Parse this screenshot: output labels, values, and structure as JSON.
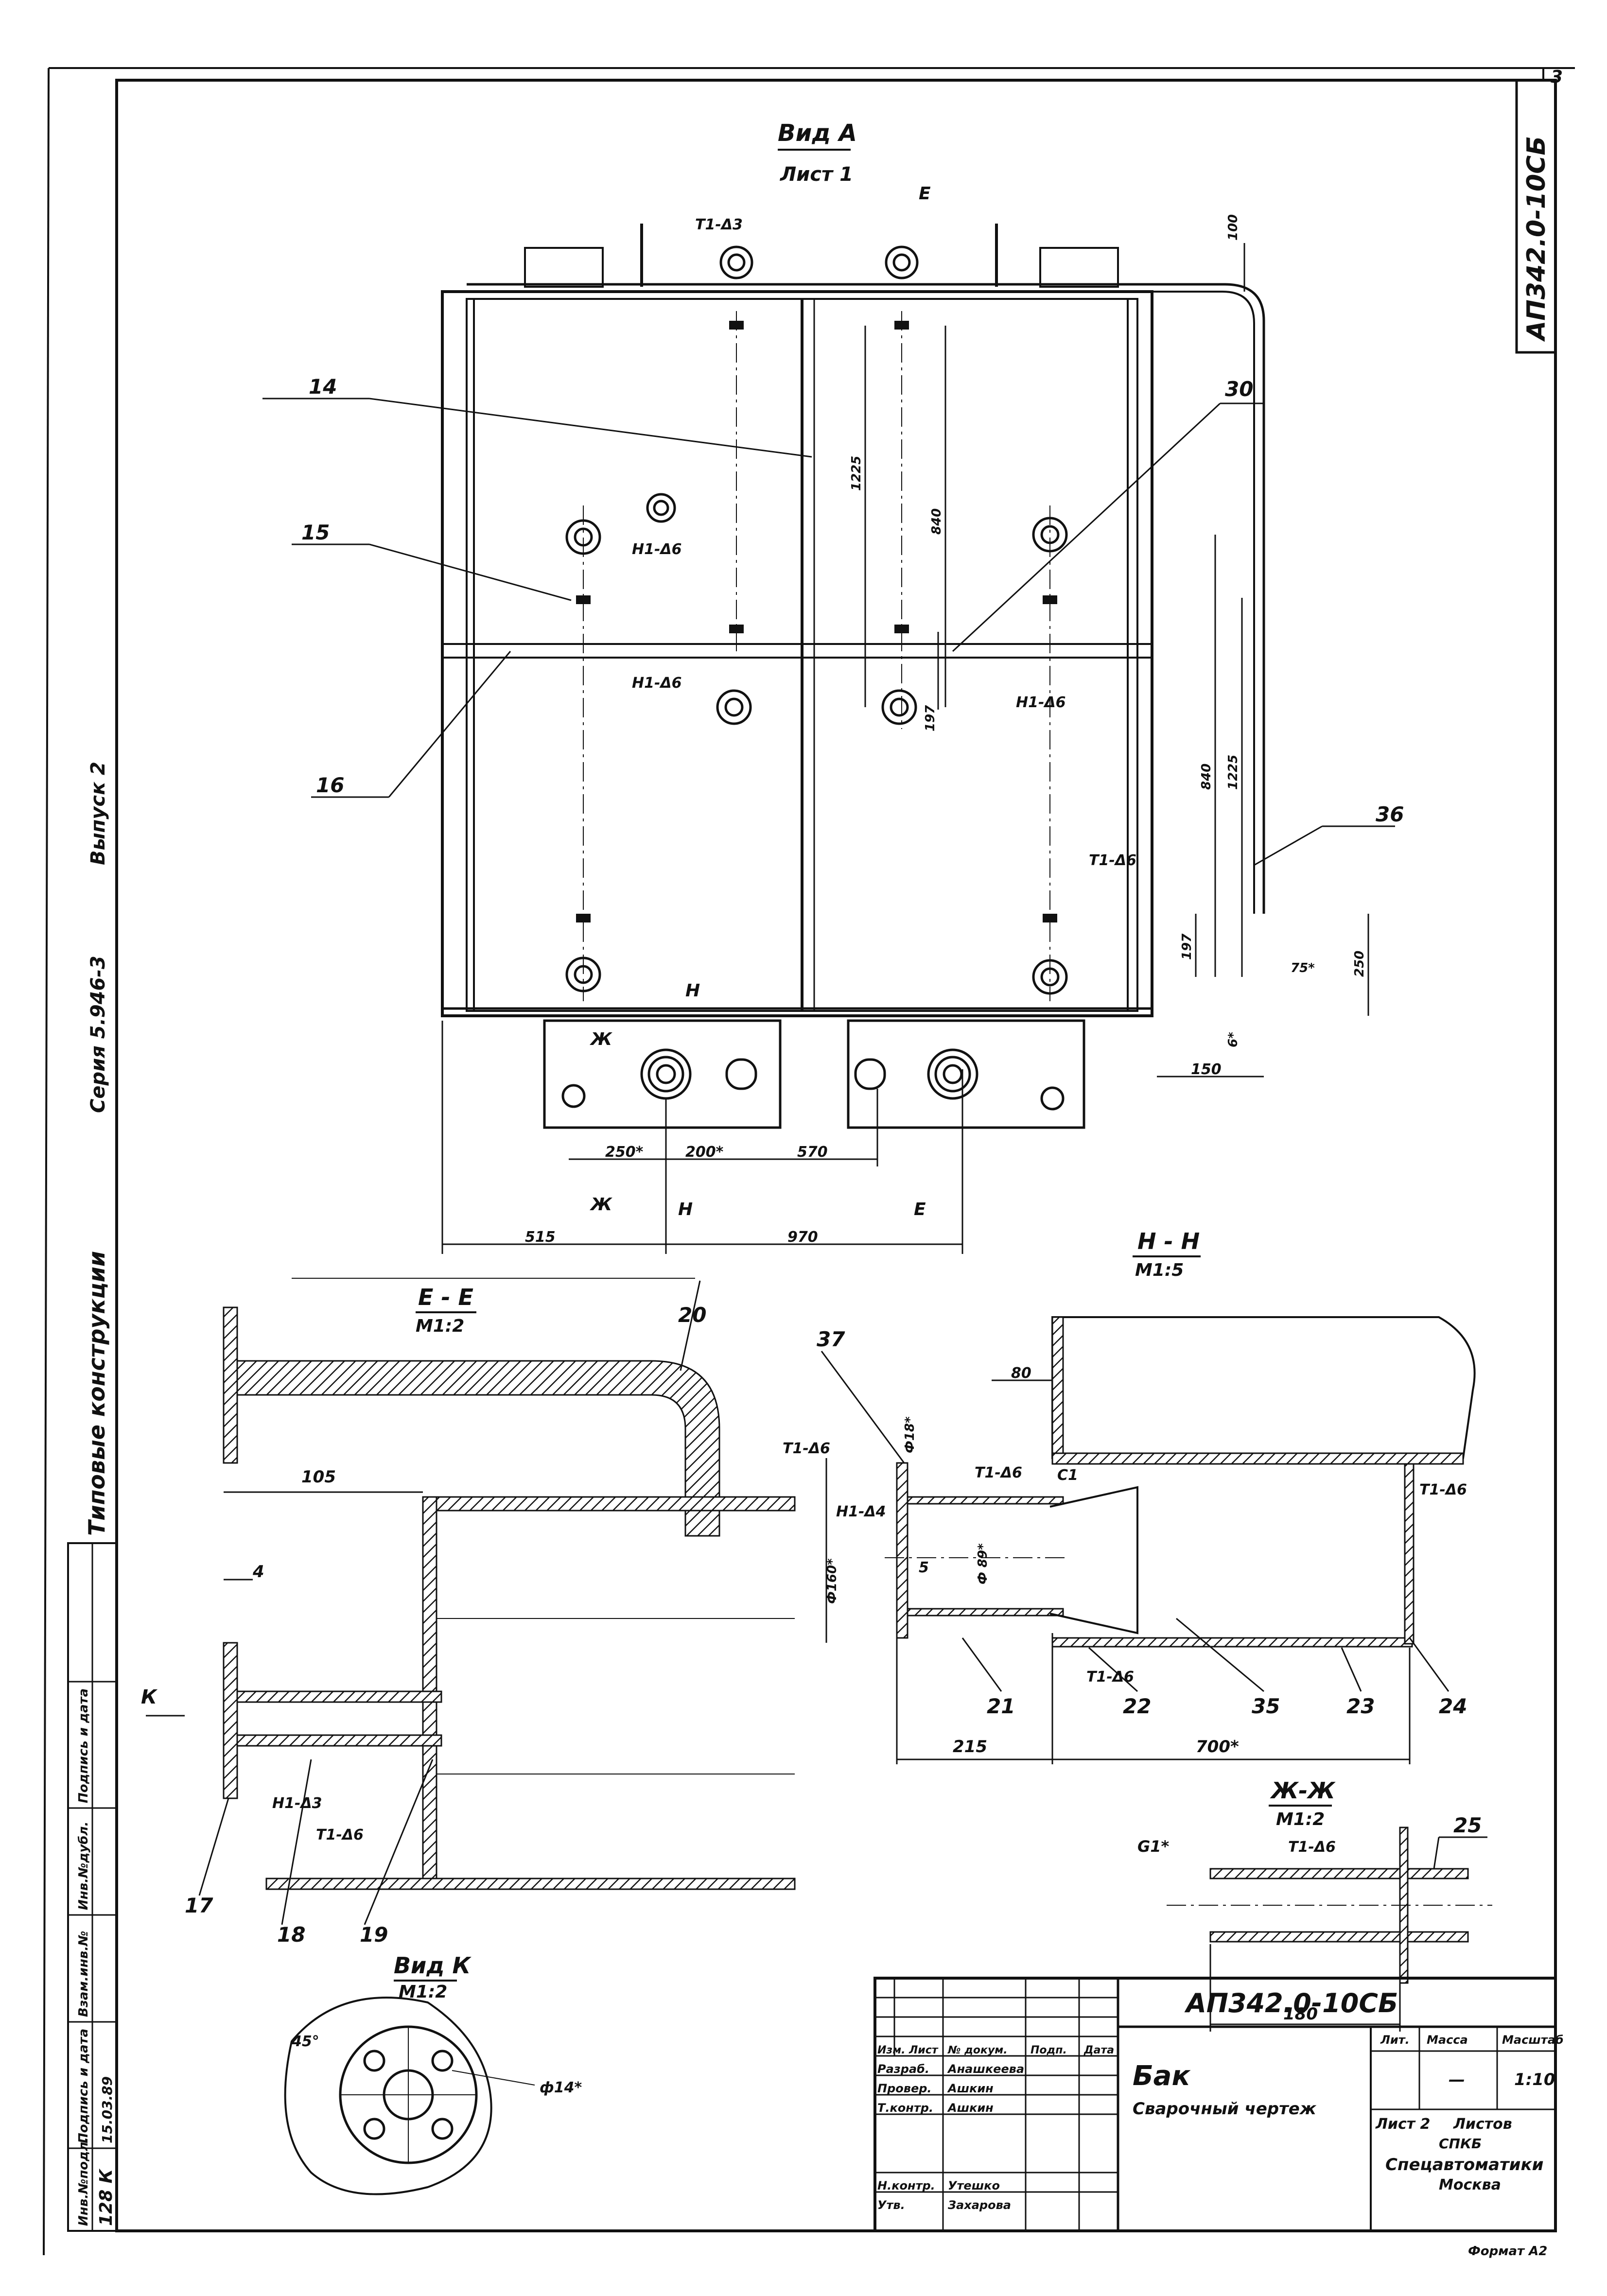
{
  "sheet_number": "3",
  "doc_code_vertical": "АП342.0-10СБ",
  "left_margin": {
    "series": "Серия 5.946-3",
    "issue": "Выпуск 2",
    "typical": "Типовые конструкции",
    "inv_label": "Инв.№подл.",
    "sign_date_label": "Подпись и дата",
    "repl_label": "Взам.инв.№",
    "inv_dubl_label": "Инв.№дубл.",
    "sign_date2_label": "Подпись и дата",
    "inv_value": "128 К",
    "date_value": "15.03.89"
  },
  "view_a": {
    "title": "Вид А",
    "subtitle": "Лист 1",
    "positions": [
      "14",
      "15",
      "16",
      "30",
      "36"
    ],
    "welds": [
      "Т1-Δ3",
      "Н1-Δ6",
      "Н1-Δ6",
      "Н1-Δ6",
      "Т1-Δ6"
    ],
    "dims": [
      "100",
      "1225",
      "840",
      "197",
      "840",
      "1225",
      "197",
      "250",
      "75*",
      "6*",
      "150",
      "250*",
      "200*",
      "570",
      "515",
      "970"
    ],
    "section_marks": [
      "Е",
      "Е",
      "Н",
      "Н",
      "Ж",
      "Ж"
    ]
  },
  "section_ee": {
    "title": "Е - Е",
    "scale": "М1:2",
    "dims": [
      "105",
      "4"
    ],
    "positions": [
      "20",
      "17",
      "18",
      "19"
    ],
    "welds": [
      "Т1-Δ6",
      "Н1-Δ3",
      "Т1-Δ6"
    ]
  },
  "view_k_arrow": "К",
  "section_nn": {
    "title": "Н - Н",
    "scale": "М1:5",
    "dims": [
      "80",
      "Ф18*",
      "Ф160*",
      "5",
      "Ф 89*",
      "215",
      "700*",
      "С1"
    ],
    "positions": [
      "37",
      "21",
      "22",
      "35",
      "23",
      "24"
    ],
    "welds": [
      "Т1-Δ6",
      "Н1-Δ4",
      "Т1-Δ6",
      "Т1-Δ6"
    ]
  },
  "section_zhzh": {
    "title": "Ж-Ж",
    "scale": "М1:2",
    "dims": [
      "G1*",
      "180"
    ],
    "positions": [
      "25"
    ],
    "welds": [
      "Т1-Δ6"
    ]
  },
  "view_k": {
    "title": "Вид К",
    "scale": "М1:2",
    "dims": [
      "45°",
      "ф14*"
    ]
  },
  "title_block": {
    "code": "АП342.0-10СБ",
    "name": "Бак",
    "doc_type": "Сварочный чертеж",
    "col_headers": [
      "Изм.",
      "Лист",
      "№ докум.",
      "Подп.",
      "Дата"
    ],
    "roles": [
      "Разраб.",
      "Провер.",
      "Т.контр.",
      "Н.контр.",
      "Утв."
    ],
    "names": [
      "Анашкеева",
      "Ашкин",
      "Ашкин",
      "Утешко",
      "Захарова"
    ],
    "lit_label": "Лит.",
    "mass_label": "Масса",
    "scale_label": "Масштаб",
    "mass": "—",
    "scale": "1:10",
    "sheet": "Лист 2",
    "sheets": "Листов",
    "org1": "СПКБ",
    "org2": "Спецавтоматики",
    "org3": "Москва",
    "format": "Формат А2"
  }
}
